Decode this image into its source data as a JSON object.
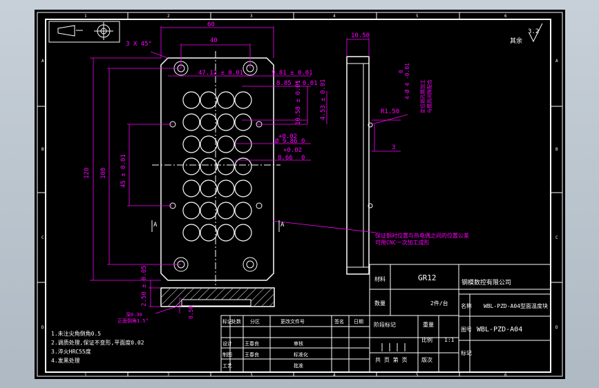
{
  "dims": {
    "d60": "60",
    "d40": "40",
    "d3x45": "3 X 45°",
    "d4712": "47.12 ± 0.01",
    "d981": "9.81 ± 0.01",
    "d885": "8.85 ± 0.01",
    "d1058": "10.58 ± 0.01",
    "d453": "4.53 ± 0.01",
    "d002a": "+0.02",
    "d986": "Ø 9.86",
    "d0a": "0",
    "d002b": "+0.02",
    "d866": "8.66",
    "d0b": "0",
    "d120": "120",
    "d108": "108",
    "d45": "45 ± 0.01",
    "d1050": "10.50",
    "dR150": "R1.50",
    "d3": "3",
    "dtol": "4-Ø 4 -0.01",
    "dtol0": "0",
    "d250": "2.50 ± 0.05",
    "d050": "0.50",
    "secA1": "A",
    "secA2": "A",
    "rough": "3.2",
    "rough_label": "其余"
  },
  "notes": {
    "side_note": "保证钢衬位置与热电偶之间的位置公差",
    "side_note2": "可用CNC一次加工成形",
    "bottom_note1": "深0.30",
    "bottom_note2": "正面倒角1.5°",
    "vert_note1": "定位销孔精加工",
    "vert_note2": "与模具间隙配合"
  },
  "tech_req": [
    "1.未注尖角倒角0.5",
    "2.调质处理,保证不变形,平面度0.02",
    "3.淬火HRC55度",
    "4.发黑处理"
  ],
  "title_block": {
    "material_label": "材料",
    "material": "GR12",
    "company": "钢模数控有限公司",
    "qty_label": "数量",
    "qty": "2件/台",
    "name_label": "名称",
    "name": "WBL-PZD-A04型面温度块",
    "drawing_no_label": "图号",
    "drawing_no": "WBL-PZD-A04",
    "stage_label": "阶段标记",
    "weight_label": "重量",
    "scale_label": "比例",
    "scale": "1:1",
    "sheet_label": "共 页 第 页",
    "version_label": "版次",
    "rev_label": "标记",
    "rev_headers": [
      "标记",
      "处数",
      "分区",
      "更改文件号",
      "签名",
      "日期"
    ],
    "design_label": "设计",
    "design_name": "王春良",
    "check_label": "审核",
    "review_label": "制图",
    "review_name": "王春良",
    "std_label": "标准化",
    "process_label": "工艺",
    "approve_label": "批准"
  },
  "zones_left": [
    "A",
    "B",
    "C",
    "D"
  ],
  "zones_right": [
    "A",
    "B",
    "C",
    "D"
  ],
  "zones_top": [
    "1",
    "2",
    "3",
    "4",
    "5",
    "6"
  ],
  "zones_bottom": [
    "1",
    "2",
    "3",
    "4",
    "5",
    "6"
  ]
}
